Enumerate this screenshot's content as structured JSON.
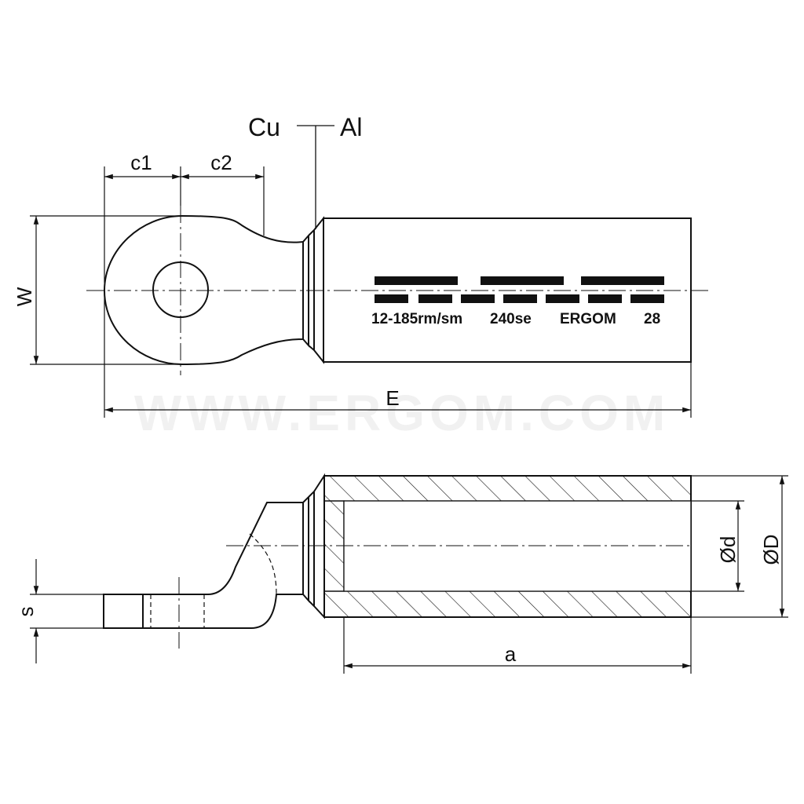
{
  "material_labels": {
    "left": "Cu",
    "right": "Al"
  },
  "dimensions": {
    "c1": "c1",
    "c2": "c2",
    "W": "W",
    "E": "E",
    "s": "s",
    "a": "a",
    "inner_diameter": "Ød",
    "outer_diameter": "ØD"
  },
  "marking": {
    "range": "12-185rm/sm",
    "die": "240se",
    "brand": "ERGOM",
    "code": "28"
  },
  "watermark": "WWW.ERGOM.COM",
  "colors": {
    "line": "#111111",
    "watermark": "#f1f1f1",
    "background": "#ffffff"
  }
}
